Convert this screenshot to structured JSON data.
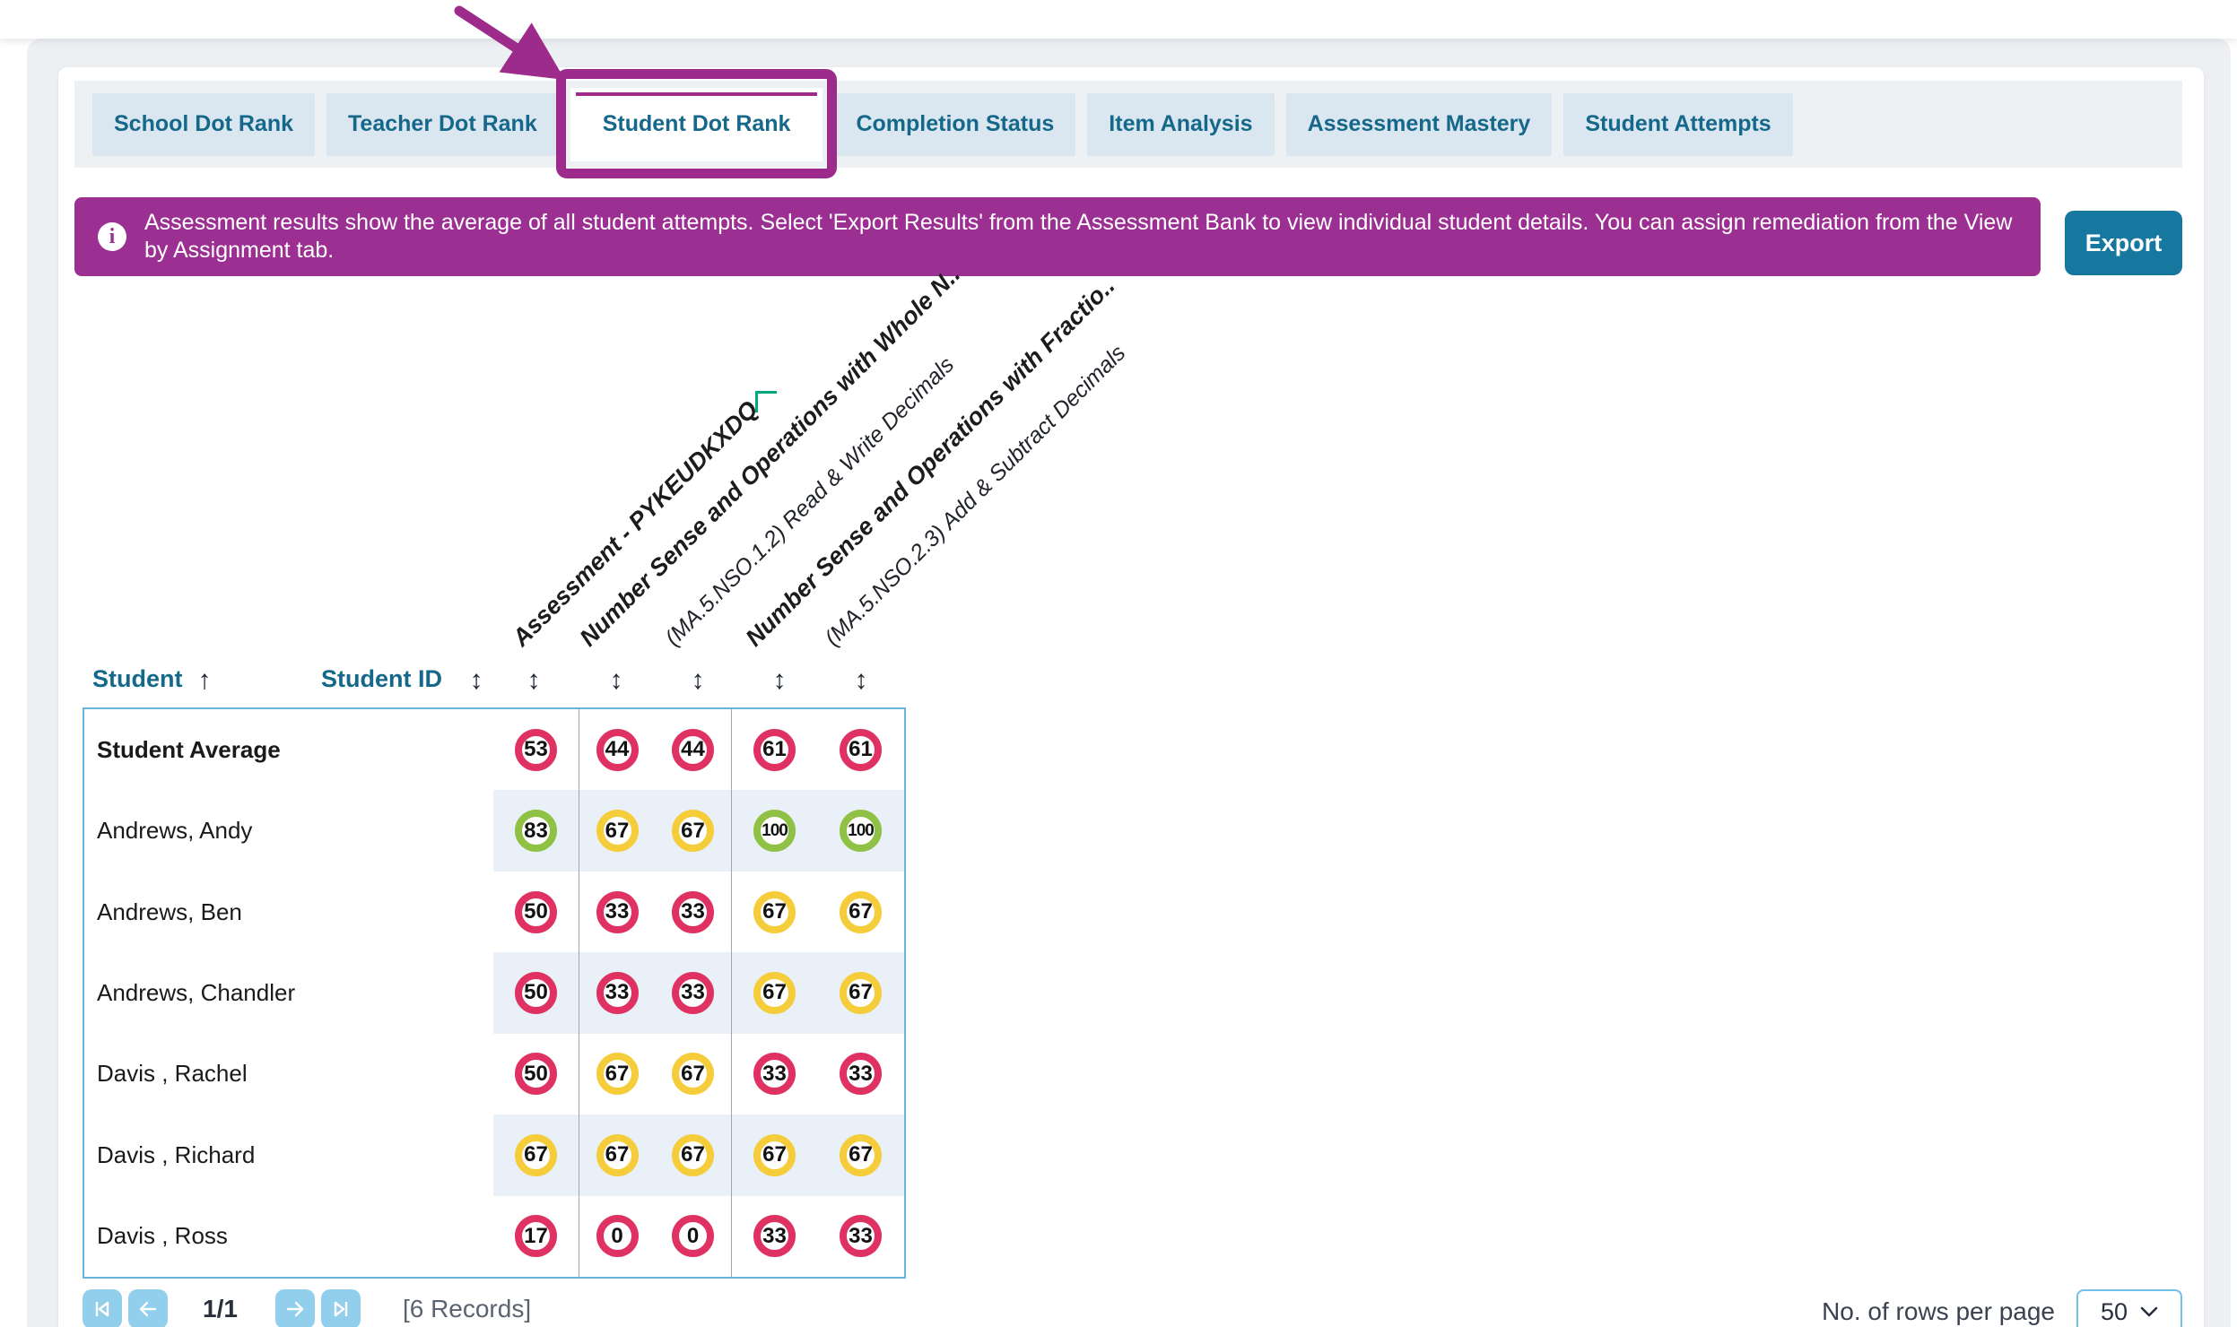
{
  "tabs": [
    {
      "label": "School Dot Rank"
    },
    {
      "label": "Teacher Dot Rank"
    },
    {
      "label": "Student Dot Rank",
      "active": true
    },
    {
      "label": "Completion Status"
    },
    {
      "label": "Item Analysis"
    },
    {
      "label": "Assessment Mastery"
    },
    {
      "label": "Student Attempts"
    }
  ],
  "banner": {
    "text": "Assessment results show the average of all student attempts. Select 'Export Results' from the Assessment Bank to view individual student details. You can assign remediation from the View by Assignment tab."
  },
  "export_label": "Export",
  "icons": {
    "info": "i",
    "sort_asc": "↑",
    "sort_both": "↕"
  },
  "columns": {
    "student": "Student",
    "student_id": "Student ID",
    "assessment": "Assessment - PYKEUDKXDQ",
    "groups": [
      {
        "title": "Number Sense and Operations with Whole N..",
        "standard": "(MA.5.NSO.1.2) Read & Write Decimals"
      },
      {
        "title": "Number Sense and Operations with Fractio..",
        "standard": "(MA.5.NSO.2.3) Add & Subtract Decimals"
      }
    ]
  },
  "table": {
    "dot_colors": {
      "low": "#df3263",
      "mid": "#f5cd3a",
      "high": "#8fc144"
    },
    "rows": [
      {
        "name": "Student Average",
        "bold": true,
        "scores": [
          {
            "v": "53",
            "c": "low"
          },
          {
            "v": "44",
            "c": "low"
          },
          {
            "v": "44",
            "c": "low"
          },
          {
            "v": "61",
            "c": "low"
          },
          {
            "v": "61",
            "c": "low"
          }
        ]
      },
      {
        "name": "Andrews, Andy",
        "scores": [
          {
            "v": "83",
            "c": "high"
          },
          {
            "v": "67",
            "c": "mid"
          },
          {
            "v": "67",
            "c": "mid"
          },
          {
            "v": "100",
            "c": "high"
          },
          {
            "v": "100",
            "c": "high"
          }
        ]
      },
      {
        "name": "Andrews, Ben",
        "scores": [
          {
            "v": "50",
            "c": "low"
          },
          {
            "v": "33",
            "c": "low"
          },
          {
            "v": "33",
            "c": "low"
          },
          {
            "v": "67",
            "c": "mid"
          },
          {
            "v": "67",
            "c": "mid"
          }
        ]
      },
      {
        "name": "Andrews, Chandler",
        "scores": [
          {
            "v": "50",
            "c": "low"
          },
          {
            "v": "33",
            "c": "low"
          },
          {
            "v": "33",
            "c": "low"
          },
          {
            "v": "67",
            "c": "mid"
          },
          {
            "v": "67",
            "c": "mid"
          }
        ]
      },
      {
        "name": "Davis , Rachel",
        "scores": [
          {
            "v": "50",
            "c": "low"
          },
          {
            "v": "67",
            "c": "mid"
          },
          {
            "v": "67",
            "c": "mid"
          },
          {
            "v": "33",
            "c": "low"
          },
          {
            "v": "33",
            "c": "low"
          }
        ]
      },
      {
        "name": "Davis , Richard",
        "scores": [
          {
            "v": "67",
            "c": "mid"
          },
          {
            "v": "67",
            "c": "mid"
          },
          {
            "v": "67",
            "c": "mid"
          },
          {
            "v": "67",
            "c": "mid"
          },
          {
            "v": "67",
            "c": "mid"
          }
        ]
      },
      {
        "name": "Davis , Ross",
        "scores": [
          {
            "v": "17",
            "c": "low"
          },
          {
            "v": "0",
            "c": "low"
          },
          {
            "v": "0",
            "c": "low"
          },
          {
            "v": "33",
            "c": "low"
          },
          {
            "v": "33",
            "c": "low"
          }
        ]
      }
    ]
  },
  "pager": {
    "page": "1/1",
    "records": "[6 Records]",
    "rows_label": "No. of rows per page",
    "rows_value": "50"
  },
  "annotation_color": "#9c2b8b"
}
